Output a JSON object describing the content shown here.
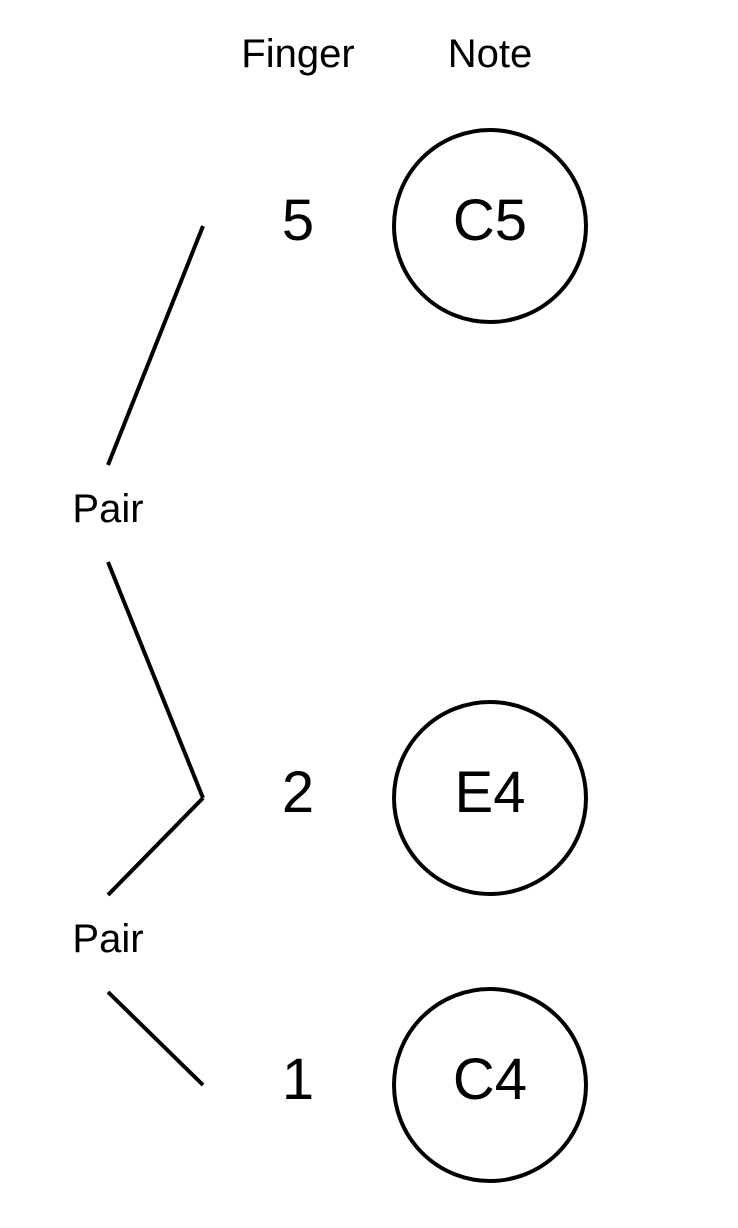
{
  "headers": {
    "finger": "Finger",
    "note": "Note"
  },
  "rows": [
    {
      "finger": "5",
      "note": "C5"
    },
    {
      "finger": "2",
      "note": "E4"
    },
    {
      "finger": "1",
      "note": "C4"
    }
  ],
  "pairs": [
    {
      "label": "Pair"
    },
    {
      "label": "Pair"
    }
  ]
}
